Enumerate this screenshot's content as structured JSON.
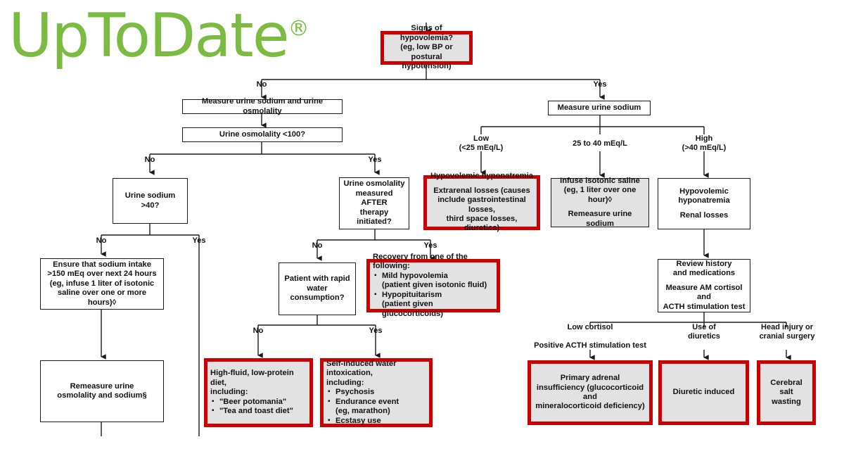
{
  "brand": {
    "name": "UpToDate",
    "registered_mark": "®",
    "color": "#7cbb42"
  },
  "colors": {
    "red_border": "#cc0000",
    "gray_fill": "#e2e2e2",
    "box_border": "#1a1a1a",
    "text": "#111111"
  },
  "chart_data": {
    "type": "diagram",
    "title": "Diagnostic algorithm for hyponatremia",
    "nodes": [
      {
        "id": "start",
        "style": "red",
        "text": "Signs of hypovolemia?\n(eg, low BP or\npostural hypotension)"
      },
      {
        "id": "measure-na-osm",
        "style": "plain",
        "text": "Measure urine sodium and urine osmolality"
      },
      {
        "id": "urine-osm-100",
        "style": "plain",
        "text": "Urine osmolality <100?"
      },
      {
        "id": "urine-na-40",
        "style": "plain",
        "text": "Urine sodium >40?"
      },
      {
        "id": "ensure-sodium-intake",
        "style": "plain",
        "text": "Ensure that sodium intake\n>150 mEq over next 24 hours\n(eg, infuse 1 liter of isotonic\nsaline over one or more hours)◊"
      },
      {
        "id": "remeasure-urine",
        "style": "plain",
        "text": "Remeasure urine\nosmolality and sodium§"
      },
      {
        "id": "osm-after-therapy",
        "style": "plain",
        "text": "Urine osmolality\nmeasured AFTER\ntherapy initiated?"
      },
      {
        "id": "rapid-water",
        "style": "plain",
        "text": "Patient with rapid\nwater consumption?"
      },
      {
        "id": "high-fluid-diet",
        "style": "red",
        "text": "High-fluid, low-protein diet,\nincluding:",
        "bullets": [
          "\"Beer potomania\"",
          "\"Tea and toast diet\""
        ]
      },
      {
        "id": "self-induced-water",
        "style": "red",
        "text": "Self-induced water intoxication,\nincluding:",
        "bullets": [
          "Psychosis",
          "Endurance event\n(eg, marathon)",
          "Ecstasy use"
        ]
      },
      {
        "id": "recovery-following",
        "style": "red",
        "text": "Recovery from one of the following:",
        "bullets": [
          "Mild hypovolemia\n(patient given isotonic fluid)",
          "Hypopituitarism\n(patient given glucocorticoids)"
        ]
      },
      {
        "id": "measure-urine-sodium",
        "style": "plain",
        "text": "Measure urine sodium"
      },
      {
        "id": "hypovolemic-extrarenal",
        "style": "red",
        "text": "Hypovolemic hyponatremia\n\nExtrarenal losses (causes\ninclude gastrointestinal losses,\nthird space losses, diuretics)"
      },
      {
        "id": "infuse-isotonic-saline",
        "style": "gray",
        "text": "Infuse isotonic saline\n(eg, 1 liter over one hour)◊\n\nRemeasure urine sodium"
      },
      {
        "id": "hypovolemic-renal",
        "style": "plain",
        "text": "Hypovolemic\nhyponatremia\n\nRenal losses"
      },
      {
        "id": "review-history",
        "style": "plain",
        "text": "Review history\nand medications\n\nMeasure AM cortisol and\nACTH stimulation test"
      },
      {
        "id": "primary-adrenal",
        "style": "red",
        "text": "Primary adrenal\ninsufficiency (glucocorticoid and\nmineralocorticoid deficiency)"
      },
      {
        "id": "diuretic-induced",
        "style": "red",
        "text": "Diuretic induced"
      },
      {
        "id": "cerebral-salt-wasting",
        "style": "red",
        "text": "Cerebral salt\nwasting"
      }
    ],
    "edge_labels": [
      "No",
      "Yes",
      "No",
      "Yes",
      "No",
      "Yes",
      "No",
      "Yes",
      "No",
      "Yes",
      "Low\n(<25 mEq/L)",
      "25 to 40 mEq/L",
      "High\n(>40 mEq/L)",
      "Low cortisol\n\nPositive ACTH stimulation test",
      "Use of\ndiuretics",
      "Head injury or\ncranial surgery"
    ]
  },
  "nodes": {
    "start": {
      "l1": "Signs of hypovolemia?",
      "l2": "(eg, low BP or",
      "l3": "postural hypotension)"
    },
    "measure_na_osm": {
      "l1": "Measure urine sodium and urine osmolality"
    },
    "urine_osm_100": {
      "l1": "Urine osmolality <100?"
    },
    "urine_na_40": {
      "l1": "Urine sodium >40?"
    },
    "ensure_sodium": {
      "l1": "Ensure that sodium intake",
      "l2": ">150 mEq over next 24 hours",
      "l3": "(eg, infuse 1 liter of isotonic",
      "l4": "saline over one or more hours)◊"
    },
    "remeasure_urine": {
      "l1": "Remeasure urine",
      "l2": "osmolality and sodium§"
    },
    "osm_after_therapy": {
      "l1": "Urine osmolality",
      "l2": "measured AFTER",
      "l3": "therapy initiated?"
    },
    "rapid_water": {
      "l1": "Patient with rapid",
      "l2": "water consumption?"
    },
    "high_fluid_diet": {
      "l1": "High-fluid, low-protein diet,",
      "l2": "including:",
      "b1": "\"Beer potomania\"",
      "b2": "\"Tea and toast diet\""
    },
    "self_induced": {
      "l1": "Self-induced water intoxication,",
      "l2": "including:",
      "b1": "Psychosis",
      "b2a": "Endurance event",
      "b2b": "(eg, marathon)",
      "b3": "Ecstasy use"
    },
    "recovery": {
      "l1": "Recovery from one of the following:",
      "b1a": "Mild hypovolemia",
      "b1b": "(patient given isotonic fluid)",
      "b2a": "Hypopituitarism",
      "b2b": "(patient given glucocorticoids)"
    },
    "measure_urine_sodium": {
      "l1": "Measure urine sodium"
    },
    "hypovolemic_extrarenal": {
      "l1": "Hypovolemic hyponatremia",
      "l2": "Extrarenal losses (causes",
      "l3": "include gastrointestinal losses,",
      "l4": "third space losses, diuretics)"
    },
    "infuse_saline": {
      "l1": "Infuse isotonic saline",
      "l2": "(eg, 1 liter over one hour)◊",
      "l3": "Remeasure urine sodium"
    },
    "hypovolemic_renal": {
      "l1": "Hypovolemic",
      "l2": "hyponatremia",
      "l3": "Renal losses"
    },
    "review_history": {
      "l1": "Review history",
      "l2": "and medications",
      "l3": "Measure AM cortisol and",
      "l4": "ACTH stimulation test"
    },
    "primary_adrenal": {
      "l1": "Primary adrenal",
      "l2": "insufficiency (glucocorticoid and",
      "l3": "mineralocorticoid deficiency)"
    },
    "diuretic_induced": {
      "l1": "Diuretic induced"
    },
    "cerebral_salt": {
      "l1": "Cerebral salt",
      "l2": "wasting"
    }
  },
  "labels": {
    "top_no": "No",
    "top_yes": "Yes",
    "osm100_no": "No",
    "osm100_yes": "Yes",
    "na40_no": "No",
    "na40_yes": "Yes",
    "after_no": "No",
    "after_yes": "Yes",
    "rapid_no": "No",
    "rapid_yes": "Yes",
    "low_1": "Low",
    "low_2": "(<25 mEq/L)",
    "mid_1": "25 to 40 mEq/L",
    "high_1": "High",
    "high_2": "(>40 mEq/L)",
    "cortisol_1": "Low cortisol",
    "cortisol_2": "Positive ACTH stimulation test",
    "diuretics_1": "Use of",
    "diuretics_2": "diuretics",
    "head_1": "Head injury or",
    "head_2": "cranial surgery"
  }
}
